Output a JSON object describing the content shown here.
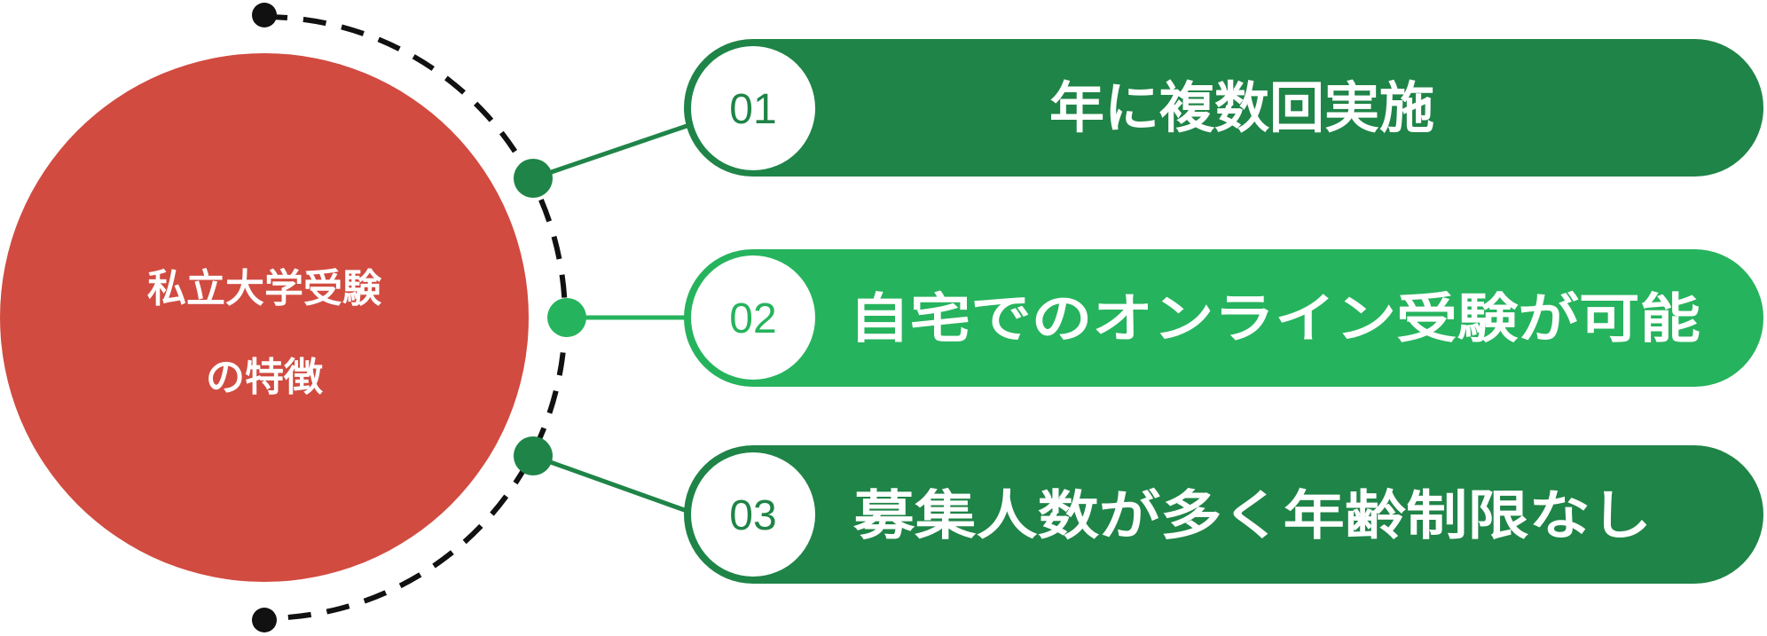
{
  "center": {
    "line1": "私立大学受験",
    "line2": "の特徴"
  },
  "items": [
    {
      "number": "01",
      "label": "年に複数回実施"
    },
    {
      "number": "02",
      "label": "自宅でのオンライン受験が可能"
    },
    {
      "number": "03",
      "label": "募集人数が多く年齢制限なし"
    }
  ],
  "colors": {
    "red": "#d14b40",
    "dark_green": "#1f8447",
    "bright_green": "#26b35d",
    "dash": "#111111"
  }
}
